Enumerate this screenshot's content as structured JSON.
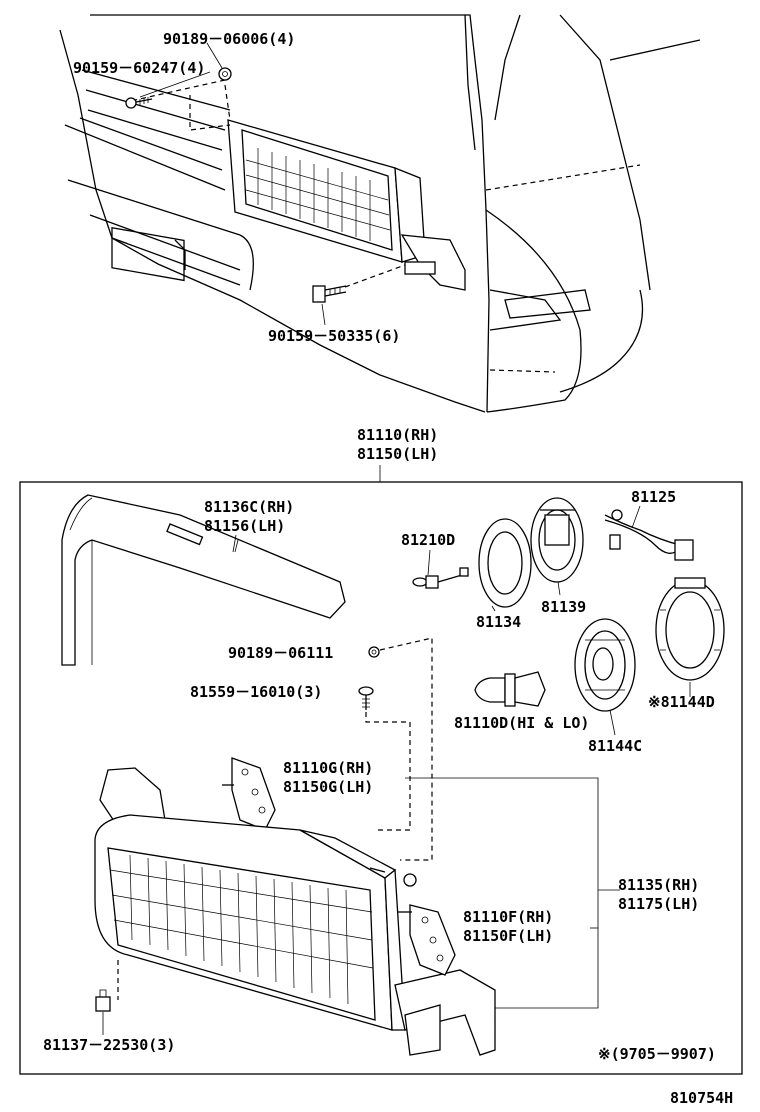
{
  "diagram": {
    "figure_code": "810754H",
    "note": "※(9705－9907)",
    "labels": {
      "p90189_06006": "90189－06006(4)",
      "p90159_60247": "90159－60247(4)",
      "p90159_50335": "90159－50335(6)",
      "assy_rh": "81110(RH)",
      "assy_lh": "81150(LH)",
      "p81136c_rh": "81136C(RH)",
      "p81156_lh": "81156(LH)",
      "p81125": "81125",
      "p81210d": "81210D",
      "p81134": "81134",
      "p81139": "81139",
      "p90189_06111": "90189－06111",
      "p81559_16010": "81559－16010(3)",
      "p81144d": "※81144D",
      "p81110d": "81110D(HI & LO)",
      "p81144c": "81144C",
      "p81110g_rh": "81110G(RH)",
      "p81150g_lh": "81150G(LH)",
      "p81135_rh": "81135(RH)",
      "p81175_lh": "81175(LH)",
      "p81110f_rh": "81110F(RH)",
      "p81150f_lh": "81150F(LH)",
      "p81137_22530": "81137－22530(3)"
    }
  }
}
